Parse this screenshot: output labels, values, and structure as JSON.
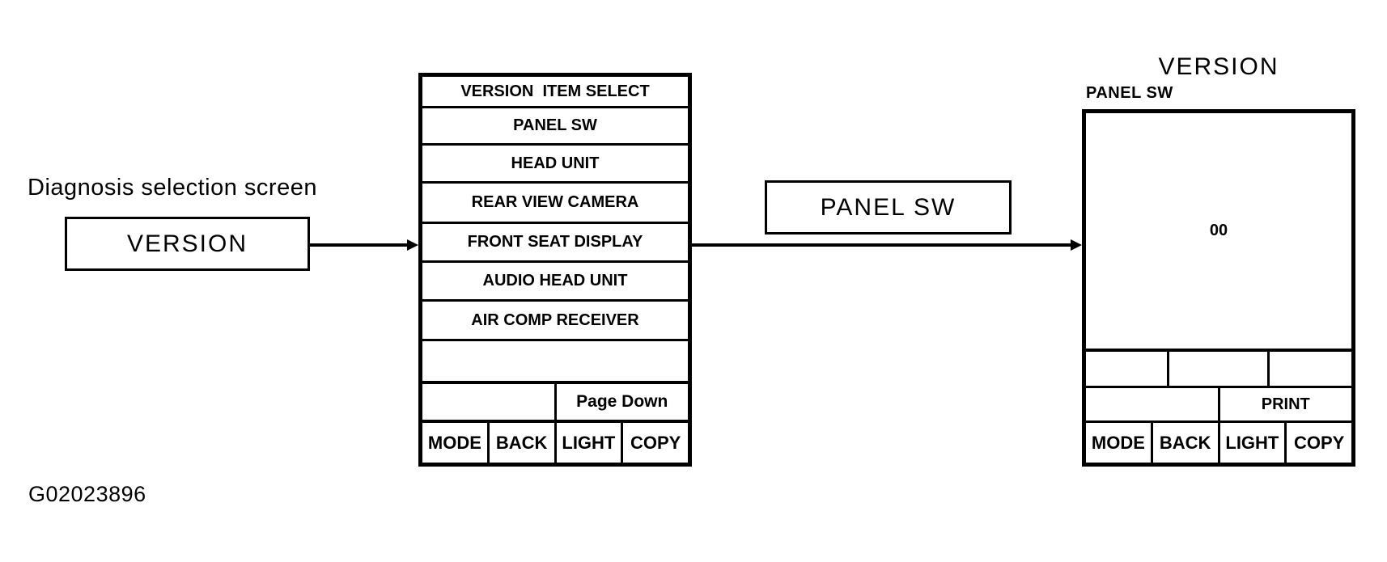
{
  "figure": {
    "id": "G02023896",
    "caption": "Diagnosis selection screen"
  },
  "colors": {
    "line": "#000000",
    "background": "#ffffff",
    "text": "#000000"
  },
  "flow": {
    "start_node_label": "VERSION",
    "transition_label": "PANEL SW"
  },
  "menu_screen": {
    "header": "VERSION  ITEM SELECT",
    "items": [
      "PANEL SW",
      "HEAD UNIT",
      "REAR VIEW CAMERA",
      "FRONT SEAT DISPLAY",
      "AUDIO HEAD UNIT",
      "AIR COMP RECEIVER"
    ],
    "empty_row": "",
    "page_down_label": "Page Down",
    "buttons": [
      "MODE",
      "BACK",
      "LIGHT",
      "COPY"
    ]
  },
  "result_screen": {
    "title": "VERSION",
    "subtitle": "PANEL SW",
    "value": "00",
    "print_label": "PRINT",
    "buttons": [
      "MODE",
      "BACK",
      "LIGHT",
      "COPY"
    ]
  }
}
